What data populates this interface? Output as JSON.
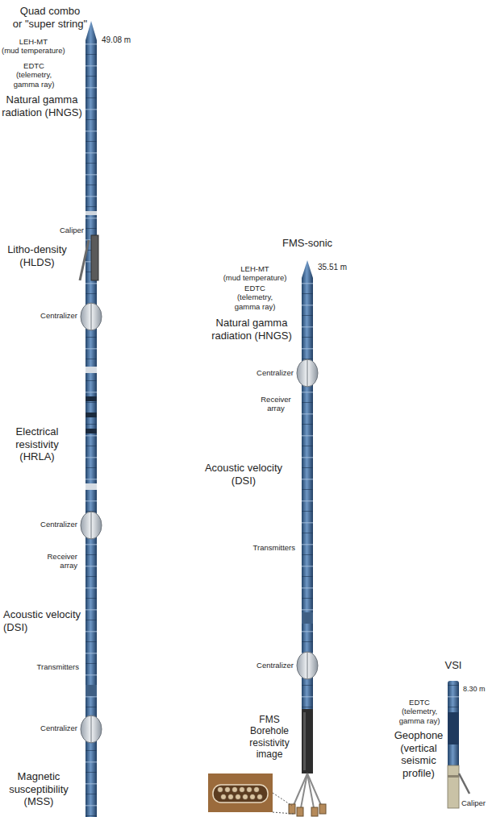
{
  "diagram": {
    "labels": [
      "Quad combo or \"super string\"",
      "LEH-MT (mud temperature)",
      "49.08 m",
      "EDTC (telemetry, gamma ray)",
      "Natural gamma radiation (HNGS)",
      "Caliper",
      "Litho-density (HLDS)",
      "Centralizer",
      "Electrical resistivity (HRLA)",
      "Centralizer",
      "Receiver array",
      "Acoustic velocity (DSI)",
      "Transmitters",
      "Centralizer",
      "Magnetic susceptibility (MSS)",
      "FMS-sonic",
      "LEH-MT (mud temperature)",
      "35.51 m",
      "EDTC (telemetry, gamma ray)",
      "Natural gamma radiation (HNGS)",
      "Centralizer",
      "Receiver array",
      "Acoustic velocity (DSI)",
      "Transmitters",
      "Centralizer",
      "FMS Borehole resistivity image",
      "VSI",
      "EDTC (telemetry, gamma ray)",
      "8.30 m",
      "Geophone (vertical seismic profile)",
      "Caliper"
    ]
  }
}
